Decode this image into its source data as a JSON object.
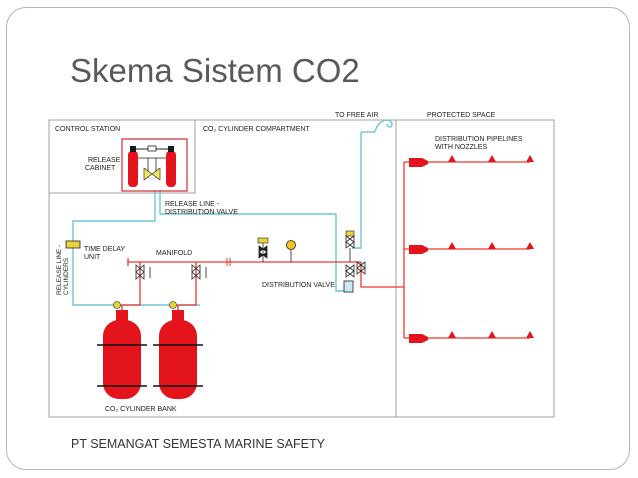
{
  "slide": {
    "title": "Skema Sistem CO2",
    "footer": "PT SEMANGAT SEMESTA MARINE SAFETY"
  },
  "diagram": {
    "to_free_air": "TO FREE AIR",
    "protected_space": "PROTECTED SPACE",
    "control_station": "CONTROL STATION",
    "cylinder_compartment": "CO₂ CYLINDER COMPARTMENT",
    "release_cabinet_line1": "RELEASE",
    "release_cabinet_line2": "CABINET",
    "release_line_dv_line1": "RELEASE LINE -",
    "release_line_dv_line2": "DISTRIBUTION VALVE",
    "distribution_pipelines_line1": "DISTRIBUTION PIPELINES",
    "distribution_pipelines_line2": "WITH NOZZLES",
    "time_delay_line1": "TIME DELAY",
    "time_delay_line2": "UNIT",
    "manifold": "MANIFOLD",
    "distribution_valve": "DISTRIBUTION VALVE",
    "release_line_cyl_line1": "RELEASE LINE -",
    "release_line_cyl_line2": "CYLINDERS",
    "cylinder_bank": "CO₂ CYLINDER BANK"
  },
  "colors": {
    "pipe_red": "#e8392f",
    "cylinder_red": "#e3141c",
    "line_cyan": "#6ec6da",
    "frame_gray": "#9ba3a8",
    "valve_yellow": "#d9c31a",
    "gauge_yellow": "#f0c419"
  }
}
